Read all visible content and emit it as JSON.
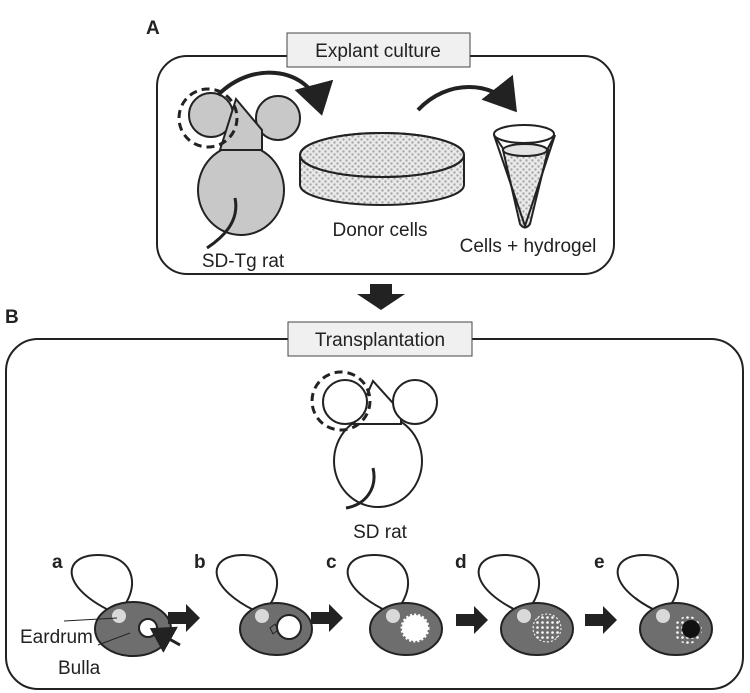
{
  "panel_a": {
    "letter": "A",
    "title": "Explant culture",
    "rat_label": "SD-Tg rat",
    "dish_label": "Donor cells",
    "tube_label": "Cells + hydrogel"
  },
  "panel_b": {
    "letter": "B",
    "title": "Transplantation",
    "rat_label": "SD rat",
    "steps": [
      {
        "letter": "a"
      },
      {
        "letter": "b"
      },
      {
        "letter": "c"
      },
      {
        "letter": "d"
      },
      {
        "letter": "e"
      }
    ],
    "eardrum_label": "Eardrum",
    "bulla_label": "Bulla"
  },
  "colors": {
    "rat_fill_donor": "#c8c8c8",
    "bulla_fill": "#6e6e6e",
    "stroke": "#222222"
  },
  "icons": [
    "dashed-circle-icon",
    "curved-arrow-icon",
    "down-arrow-icon",
    "right-arrow-icon"
  ]
}
